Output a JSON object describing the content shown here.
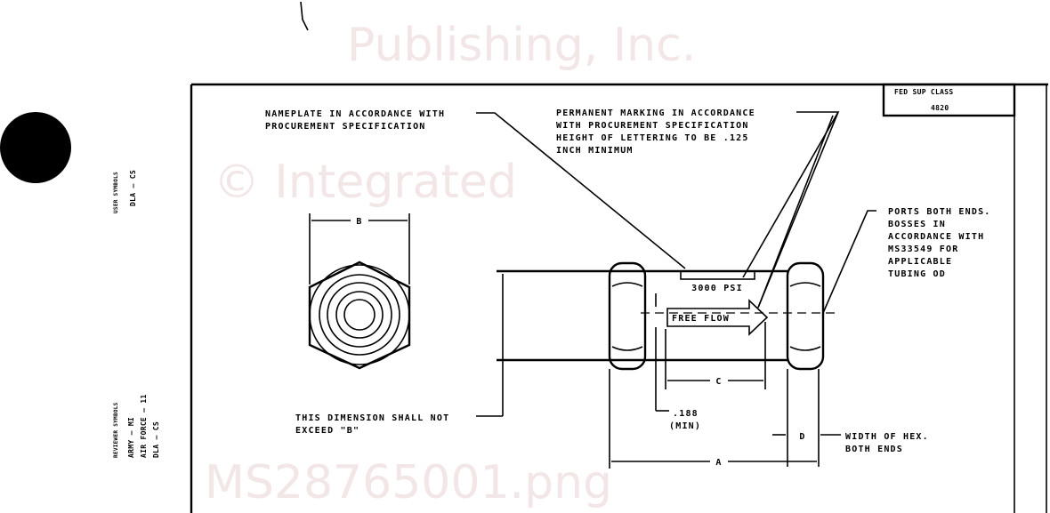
{
  "watermark": {
    "line1": "© Integrated",
    "line2": "Publishing, Inc.",
    "line3": "MS28765001.png"
  },
  "title_block": {
    "label": "FED SUP CLASS",
    "value": "4820"
  },
  "margin": {
    "user_symbols_label": "USER SYMBOLS",
    "user_symbols": [
      "DLA — CS"
    ],
    "reviewer_symbols_label": "REVIEWER SYMBOLS",
    "reviewer_symbols": [
      "ARMY — MI",
      "AIR FORCE — 11",
      "DLA — CS"
    ]
  },
  "notes": {
    "nameplate": [
      "NAMEPLATE IN ACCORDANCE WITH",
      "PROCUREMENT SPECIFICATION"
    ],
    "marking": [
      "PERMANENT MARKING IN ACCORDANCE",
      "WITH PROCUREMENT SPECIFICATION",
      "HEIGHT OF LETTERING TO BE .125",
      "INCH MINIMUM"
    ],
    "ports": [
      "PORTS BOTH ENDS.",
      "BOSSES IN",
      "ACCORDANCE WITH",
      "MS33549 FOR",
      "APPLICABLE",
      "TUBING OD"
    ],
    "dimension_note": [
      "THIS DIMENSION SHALL NOT",
      "EXCEED \"B\""
    ],
    "hex_width": [
      "WIDTH OF HEX.",
      "BOTH ENDS"
    ],
    "min_dim": [
      ".188",
      "(MIN)"
    ]
  },
  "labels": {
    "pressure": "3000 PSI",
    "flow": "FREE FLOW"
  },
  "dimensions": {
    "a": "A",
    "b": "B",
    "c": "C",
    "d": "D"
  }
}
